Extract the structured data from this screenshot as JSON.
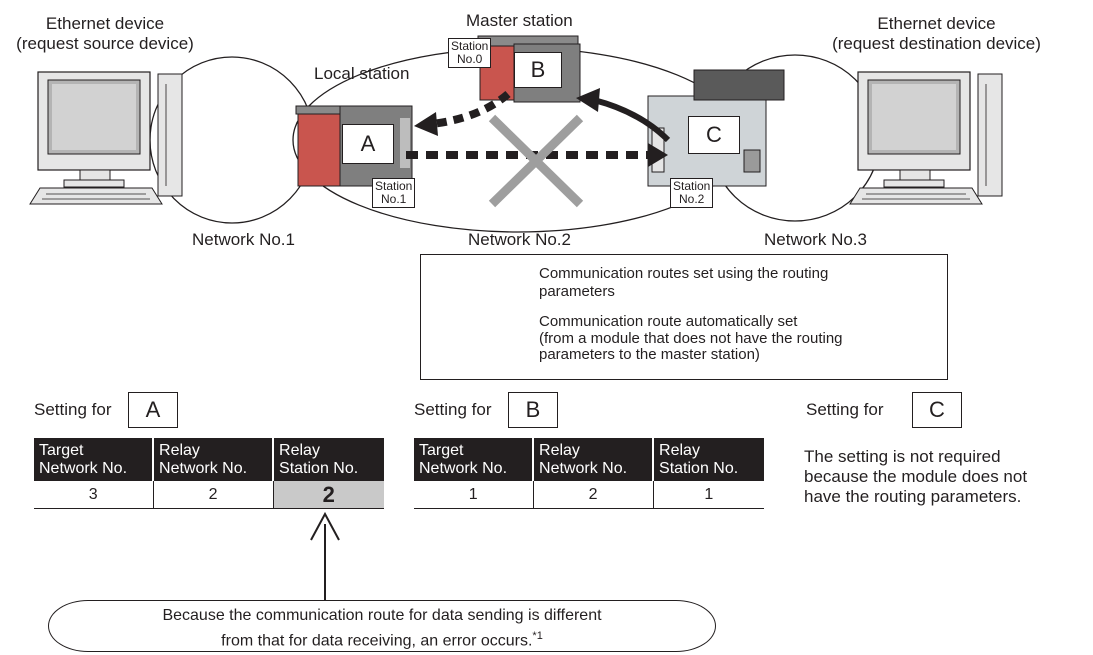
{
  "labels": {
    "eth_left_line1": "Ethernet device",
    "eth_left_line2": "(request source device)",
    "eth_right_line1": "Ethernet device",
    "eth_right_line2": "(request destination device)",
    "master_station": "Master station",
    "local_station": "Local station",
    "network1": "Network No.1",
    "network2": "Network No.2",
    "network3": "Network No.3"
  },
  "stations": {
    "a": "A",
    "b": "B",
    "c": "C",
    "st0_line1": "Station",
    "st0_line2": "No.0",
    "st1_line1": "Station",
    "st1_line2": "No.1",
    "st2_line1": "Station",
    "st2_line2": "No.2"
  },
  "legend": {
    "dotted_line1": "Communication routes set using the routing",
    "dotted_line2": "parameters",
    "solid_line1": "Communication route automatically set",
    "solid_line2": "(from a module that does not have the routing",
    "solid_line3": "parameters to the master station)"
  },
  "setting_a": {
    "prefix": "Setting for",
    "box": "A",
    "headers": [
      [
        "Target",
        "Network No."
      ],
      [
        "Relay",
        "Network No."
      ],
      [
        "Relay",
        "Station No."
      ]
    ],
    "row": [
      "3",
      "2",
      "2"
    ]
  },
  "setting_b": {
    "prefix": "Setting for",
    "box": "B",
    "headers": [
      [
        "Target",
        "Network No."
      ],
      [
        "Relay",
        "Network No."
      ],
      [
        "Relay",
        "Station No."
      ]
    ],
    "row": [
      "1",
      "2",
      "1"
    ]
  },
  "setting_c": {
    "prefix": "Setting for",
    "box": "C",
    "note_line1": "The setting is not required",
    "note_line2": "because the module does not",
    "note_line3": "have the routing parameters."
  },
  "error_note": {
    "line1": "Because the communication route for data sending is different",
    "line2": "from that for data receiving, an error occurs.",
    "footnote": "*1"
  }
}
